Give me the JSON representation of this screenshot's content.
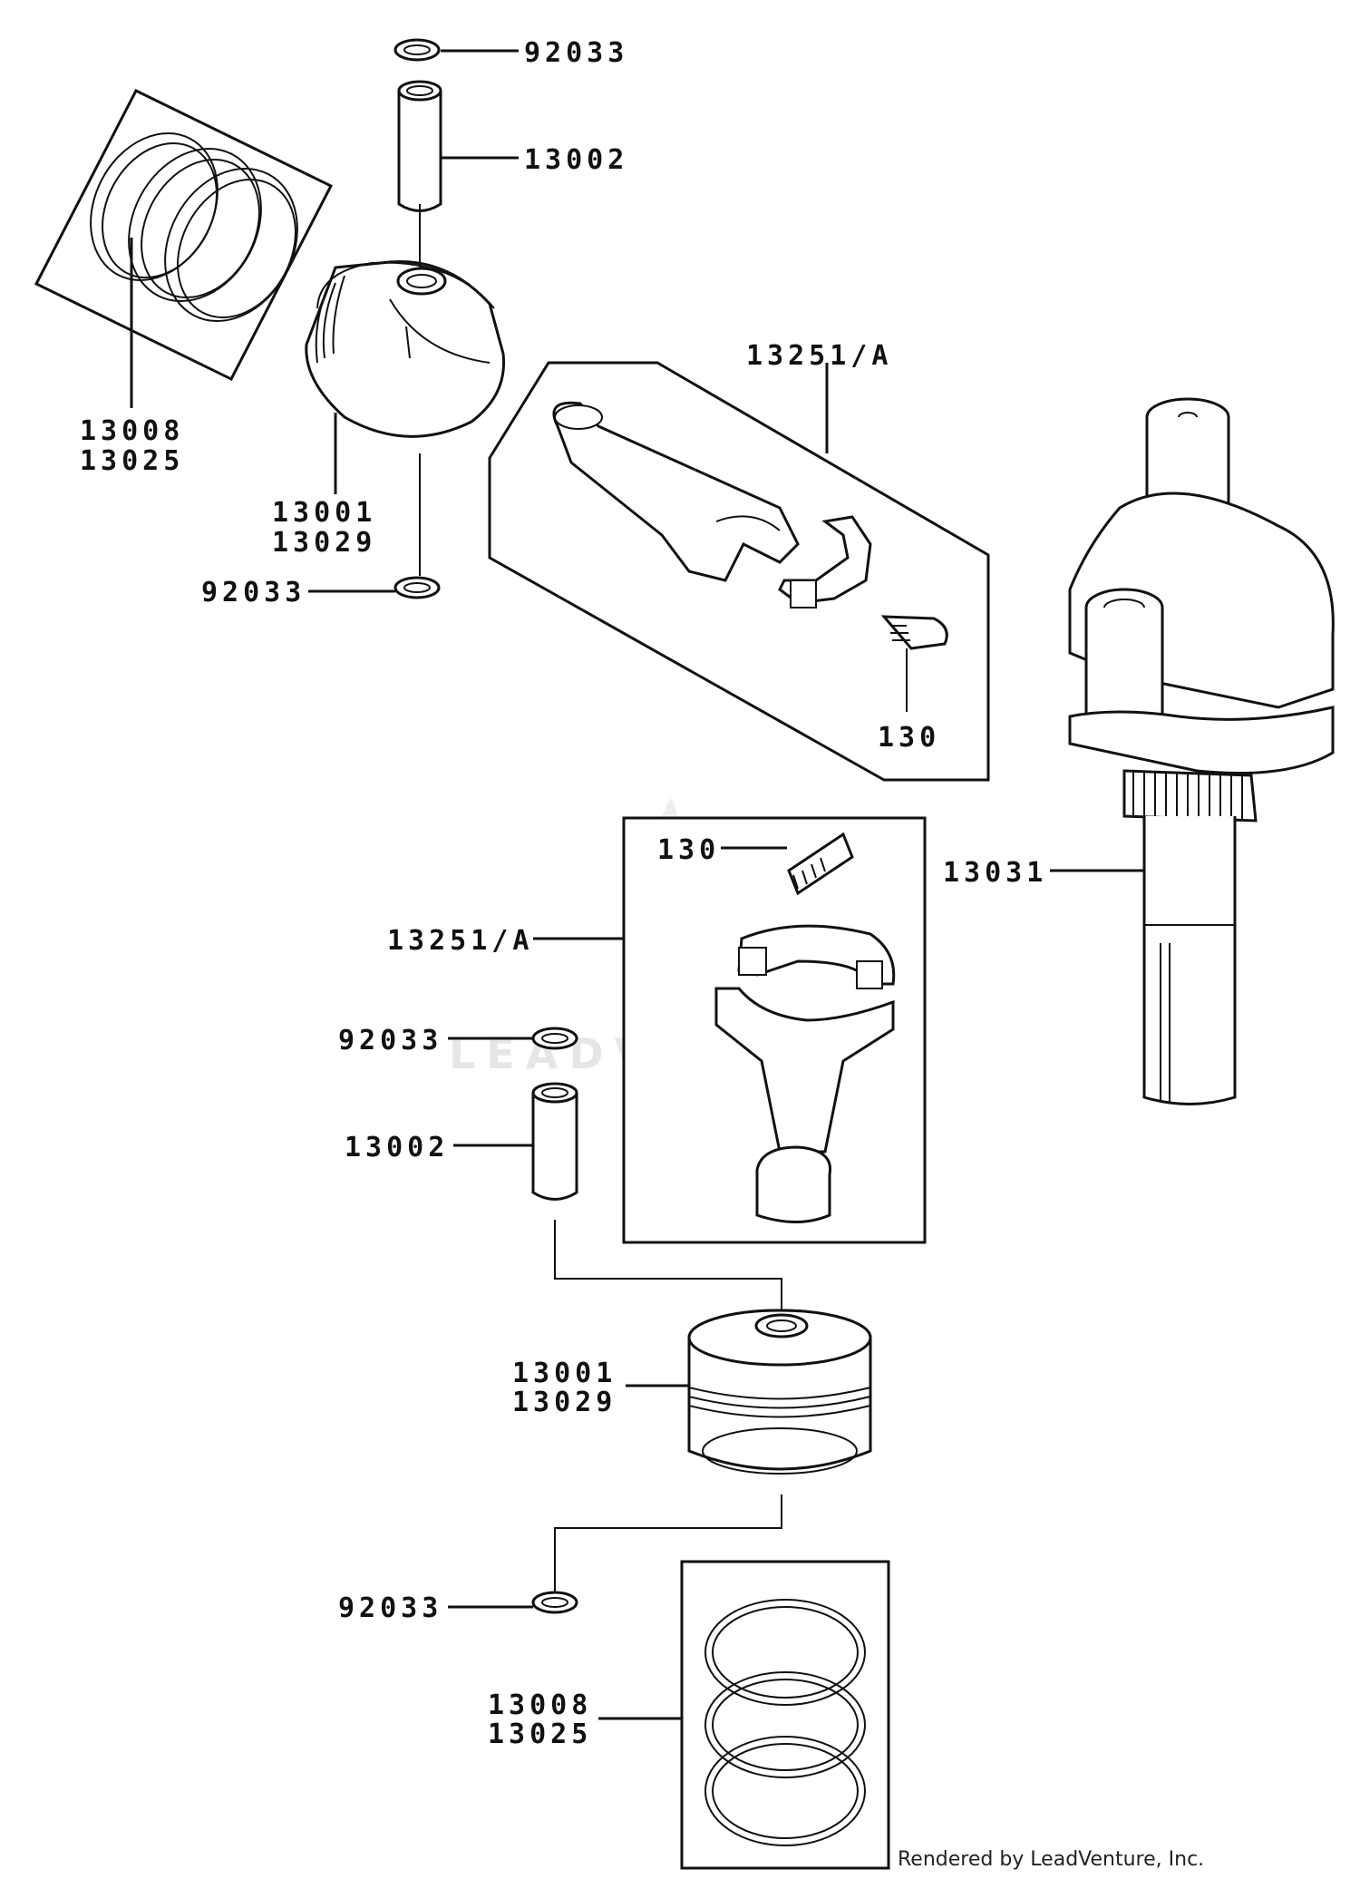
{
  "labels": {
    "circlip_top": "92033",
    "pin_top": "13002",
    "rings_top": [
      "13008",
      "13025"
    ],
    "piston_top": [
      "13001",
      "13029"
    ],
    "circlip_top2": "92033",
    "rod_top": "13251/A",
    "bolt_top": "130",
    "crankshaft": "13031",
    "bolt_mid": "130",
    "rod_mid": "13251/A",
    "circlip_mid": "92033",
    "pin_mid": "13002",
    "piston_bottom": [
      "13001",
      "13029"
    ],
    "circlip_bottom": "92033",
    "rings_bottom": [
      "13008",
      "13025"
    ]
  },
  "watermark": "LEADVENTURE",
  "footer": "Rendered by LeadVenture, Inc."
}
